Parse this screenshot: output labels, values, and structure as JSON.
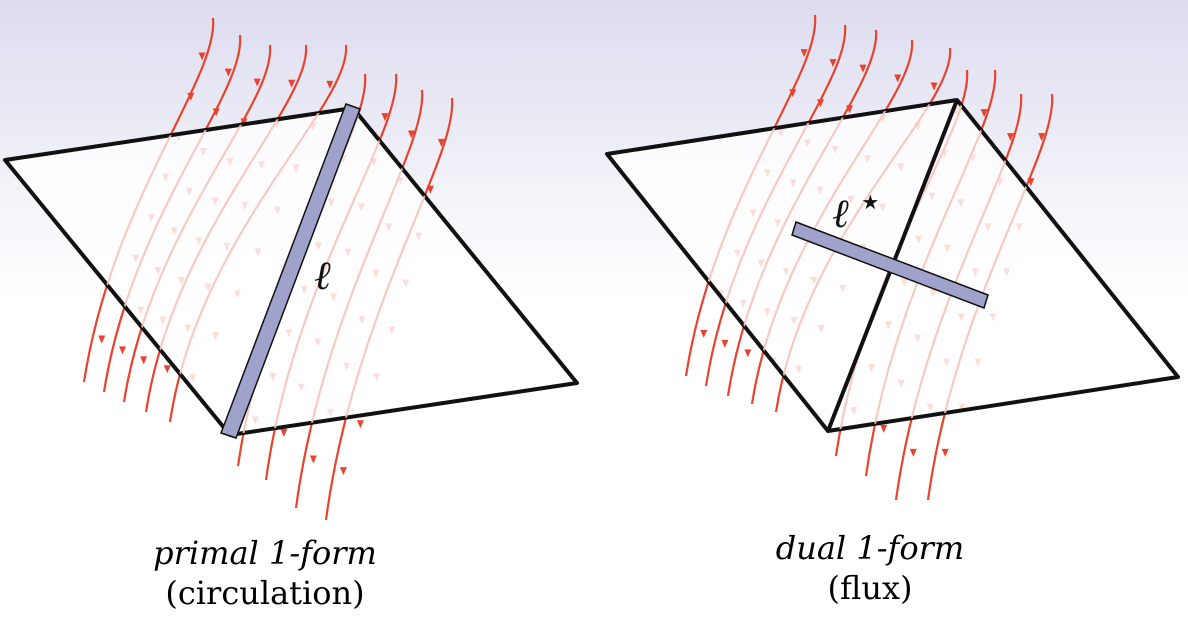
{
  "left_panel": {
    "edge_label": "ℓ",
    "caption_line1": "primal 1-form",
    "caption_line2": "(circulation)"
  },
  "right_panel": {
    "edge_label": "ℓ",
    "edge_label_sup": "★",
    "caption_line1": "dual 1-form",
    "caption_line2": "(flux)"
  },
  "colors": {
    "flow_line": "#e8432e",
    "flow_line_faded": "#f7c6bd",
    "edge_bar_fill": "#9fa3cc",
    "outline": "#111111"
  }
}
